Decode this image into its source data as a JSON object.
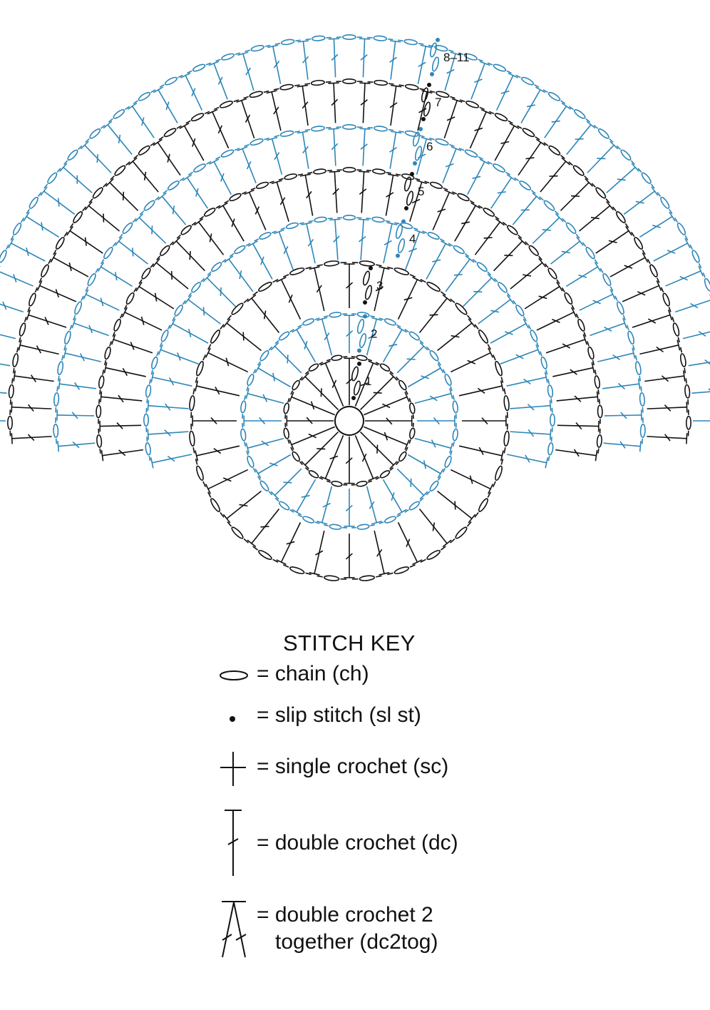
{
  "diagram": {
    "colors": {
      "black": "#111111",
      "blue": "#2d86b8"
    },
    "rounds": [
      {
        "label": "1",
        "stitch": "dc"
      },
      {
        "label": "2",
        "stitch": "dc"
      },
      {
        "label": "3",
        "stitch": "dc"
      },
      {
        "label": "4",
        "stitch": "dc"
      },
      {
        "label": "5",
        "stitch": "dc"
      },
      {
        "label": "6",
        "stitch": "dc"
      },
      {
        "label": "7",
        "stitch": "dc"
      },
      {
        "label": "8–11",
        "stitch": "dc"
      }
    ]
  },
  "key": {
    "title": "STITCH KEY",
    "items": [
      {
        "symbol": "chain-icon",
        "text": "= chain (ch)"
      },
      {
        "symbol": "slip-stitch-icon",
        "text": "= slip stitch (sl st)"
      },
      {
        "symbol": "single-crochet-icon",
        "text": "= single crochet (sc)"
      },
      {
        "symbol": "double-crochet-icon",
        "text": "= double crochet (dc)"
      },
      {
        "symbol": "dc2tog-icon",
        "text": "= double crochet 2",
        "text2": "together (dc2tog)"
      }
    ]
  }
}
